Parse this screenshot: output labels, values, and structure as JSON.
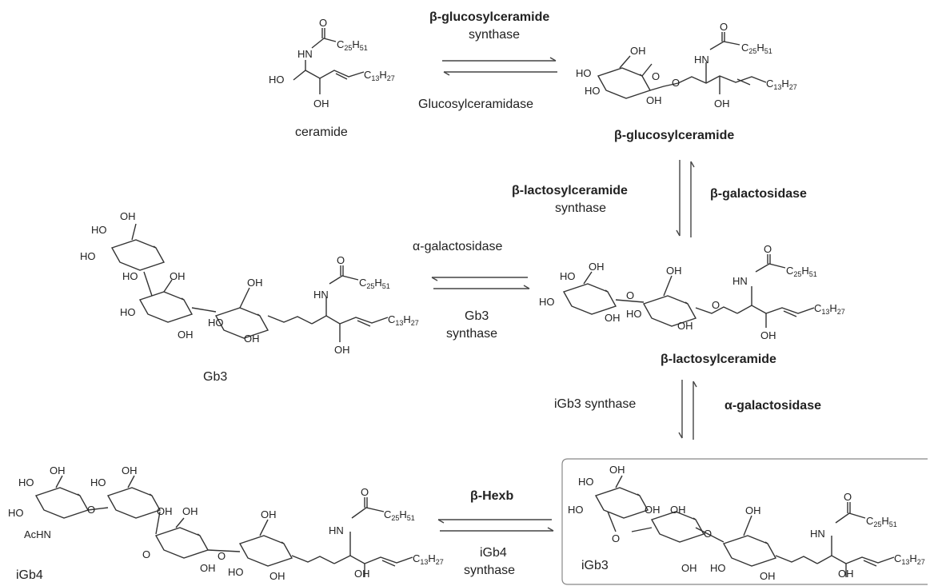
{
  "compounds": {
    "ceramide": "ceramide",
    "glucosylceramide": "β-glucosylceramide",
    "lactosylceramide": "β-lactosylceramide",
    "gb3": "Gb3",
    "igb3": "iGb3",
    "igb4": "iGb4"
  },
  "enzymes": {
    "glccer_synthase_line1": "β-glucosylceramide",
    "glccer_synthase_line2": "synthase",
    "glucosylceramidase": "Glucosylceramidase",
    "laccer_synthase_line1": "β-lactosylceramide",
    "laccer_synthase_line2": "synthase",
    "beta_galactosidase": "β-galactosidase",
    "alpha_galactosidase_gb3": "α-galactosidase",
    "gb3_synthase_line1": "Gb3",
    "gb3_synthase_line2": "synthase",
    "igb3_synthase": "iGb3 synthase",
    "alpha_galactosidase_igb3": "α-galactosidase",
    "hexb": "β-Hexb",
    "igb4_synthase_line1": "iGb4",
    "igb4_synthase_line2": "synthase"
  },
  "atoms": {
    "HO": "HO",
    "OH": "OH",
    "O": "O",
    "HN": "HN",
    "AcHN": "AcHN",
    "acyl_C": "C",
    "acyl_C_sub": "25",
    "acyl_H": "H",
    "acyl_H_sub": "51",
    "chain_C": "C",
    "chain_C_sub": "13",
    "chain_H": "H",
    "chain_H_sub": "27"
  }
}
